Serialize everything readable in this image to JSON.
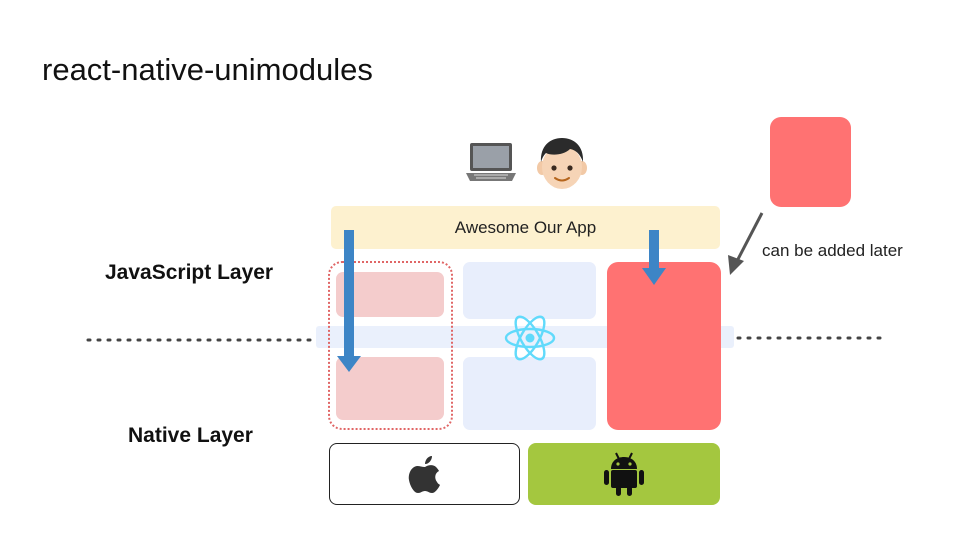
{
  "title": "react-native-unimodules",
  "labels": {
    "javascript_layer": "JavaScript Layer",
    "native_layer": "Native Layer"
  },
  "app_bar": {
    "label": "Awesome Our App"
  },
  "note": {
    "text": "can be added later"
  },
  "icons": {
    "top": [
      "laptop-icon",
      "boy-emoji-icon"
    ],
    "center": "react-logo-icon",
    "platforms": [
      "apple-icon",
      "android-icon"
    ]
  },
  "colors": {
    "app_bar": "#fdf1cf",
    "module_pink": "#f4cccc",
    "module_lavender": "#e8eefc",
    "module_red": "#ff7272",
    "arrow_blue": "#3d85c6",
    "react_blue": "#61dafb",
    "android_green": "#a4c73f"
  }
}
